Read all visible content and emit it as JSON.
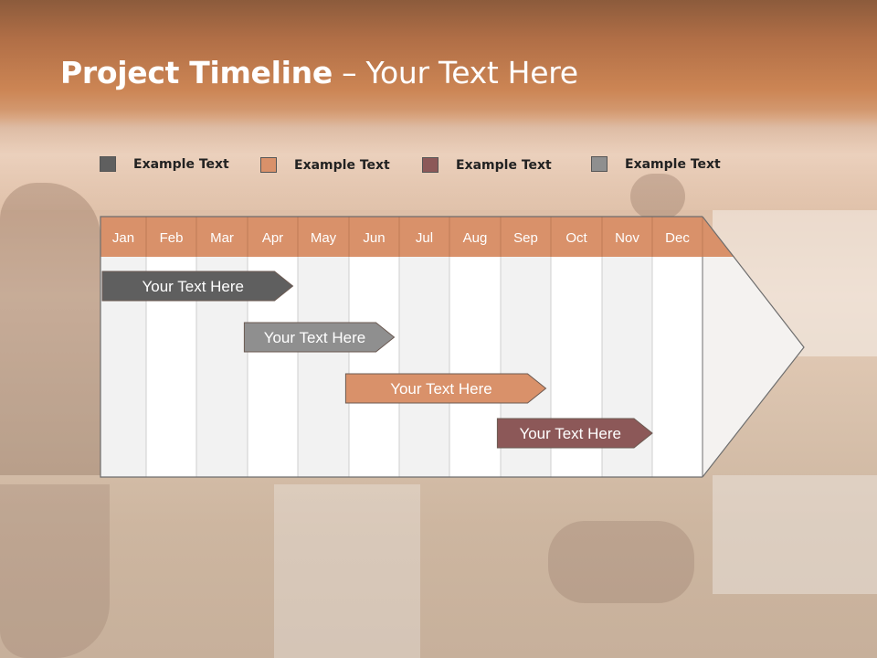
{
  "slide": {
    "title_bold": "Project Timeline",
    "title_rest": " – Your Text Here"
  },
  "legend": [
    {
      "label": "Example Text",
      "color": "#5f5f5f"
    },
    {
      "label": "Example Text",
      "color": "#d9916a"
    },
    {
      "label": "Example Text",
      "color": "#8c5858"
    },
    {
      "label": "Example Text",
      "color": "#8f8f8f"
    }
  ],
  "chart_data": {
    "type": "gantt",
    "months": [
      "Jan",
      "Feb",
      "Mar",
      "Apr",
      "May",
      "Jun",
      "Jul",
      "Aug",
      "Sep",
      "Oct",
      "Nov",
      "Dec"
    ],
    "tasks": [
      {
        "label": "Your  Text Here",
        "start_month": 1.0,
        "end_month": 4.9,
        "color": "#5f5f5f"
      },
      {
        "label": "Your  Text Here",
        "start_month": 3.9,
        "end_month": 6.9,
        "color": "#8f8f8f"
      },
      {
        "label": "Your  Text Here",
        "start_month": 5.9,
        "end_month": 9.9,
        "color": "#d9916a"
      },
      {
        "label": "Your  Text Here",
        "start_month": 8.9,
        "end_month": 12.0,
        "color": "#8c5858"
      }
    ],
    "colors": {
      "header": "#d9916a",
      "header_border": "#c07a55",
      "col_light": "#f2f2f2",
      "col_white": "#ffffff",
      "grid": "#cfcfcf",
      "outline": "#6e6e6e"
    }
  }
}
